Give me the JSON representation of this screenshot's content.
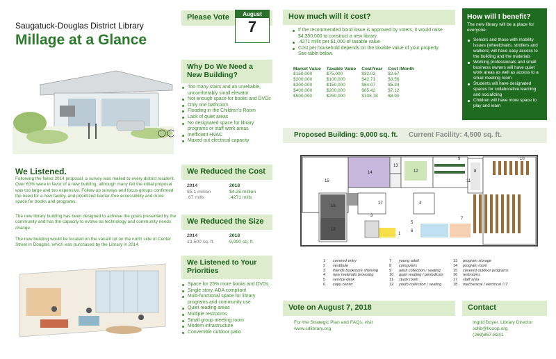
{
  "header": {
    "org": "Saugatuck-Douglas District Library",
    "title": "Millage at a Glance"
  },
  "listened": {
    "heading": "We Listened.",
    "p1": "Following the failed 2014 proposal, a survey was mailed to every district resident. Over 63% were in favor of a new building, although many felt the initial proposal was too large and too expensive. Follow-up surveys and focus groups confirmed the need for a new facility, and prioritized barrier-free accessibility and more space for books and programs.",
    "p2": "The new library building has been designed to achieve the goals presented by the community and has the capacity to evolve as technology and community needs change.",
    "p3": "The new building would be located on the vacant lot on the north side of Center Street in Douglas, which was purchased by the Library in 2014."
  },
  "vote": {
    "label": "Please Vote",
    "month": "August",
    "day": "7"
  },
  "why": {
    "heading": "Why Do We Need a New Building?",
    "items": [
      "Too many stairs and an unreliable, uncomfortably small elevator",
      "Not enough space for books and DVDs",
      "Only one bathroom",
      "Flooding in the Children's Room",
      "Lack of quiet areas",
      "No designated space for library programs or staff work areas",
      "Inefficient HVAC",
      "Maxed out electrical capacity"
    ]
  },
  "cost": {
    "heading": "We Reduced the Cost",
    "y1": "2014",
    "v1a": "$5.1 million",
    "v1b": ".67 mills",
    "y2": "2018",
    "v2a": "$4.35 million",
    "v2b": ".4271 mills"
  },
  "size": {
    "heading": "We Reduced the Size",
    "y1": "2014",
    "v1": "12,500 sq. ft.",
    "y2": "2018",
    "v2": "9,000 sq. ft."
  },
  "priorities": {
    "heading": "We Listened to Your Priorities",
    "items": [
      "Space for 25% more books and DVDs",
      "Single story, ADA compliant",
      "Multi-functional space for library programs and community use",
      "Quiet reading areas",
      "Multiple restrooms",
      "Small group meeting room",
      "Modern infrastructure",
      "Convertible outdoor patio"
    ]
  },
  "howmuch": {
    "heading": "How much will it cost?",
    "items": [
      "If the recommended bond issue is approved by voters, it would raise $4,350,000 to construct a new library.",
      ".4271 mills per $1,000 of taxable value",
      "Cost per household depends on the taxable value of your property. See table below."
    ],
    "table": {
      "headers": [
        "Market Value",
        "Taxable Value",
        "Cost/Year",
        "Cost /Month"
      ],
      "rows": [
        [
          "$150,000",
          "$75,000",
          "$32.03",
          "$2.67"
        ],
        [
          "$200,000",
          "$100,000",
          "$42.71",
          "$3.56"
        ],
        [
          "$300,000",
          "$150,000",
          "$64.07",
          "$5.34"
        ],
        [
          "$400,000",
          "$200,000",
          "$85.42",
          "$7.12"
        ],
        [
          "$500,000",
          "$250,000",
          "$106.78",
          "$8.90"
        ]
      ]
    }
  },
  "benefit": {
    "heading": "How will I benefit?",
    "intro": "The new library will be a place for everyone.",
    "items": [
      "Seniors and those with mobility issues (wheelchairs, strollers and walkers) will have easy access to the building and the materials",
      "Working professionals and small business owners will have quiet work areas as well as access to a small meeting room",
      "Students will have designated spaces for collaborative learning and socializing",
      "Children will have more space to play and learn"
    ]
  },
  "floor": {
    "proposed": "Proposed Building: 9,000 sq. ft.",
    "current": "Current Facility: 4,500 sq. ft.",
    "legend": [
      [
        "1",
        "covered entry"
      ],
      [
        "2",
        "vestibule"
      ],
      [
        "3",
        "friends bookstore shelving"
      ],
      [
        "4",
        "new materials browsing"
      ],
      [
        "5",
        "service desk"
      ],
      [
        "6",
        "copy center"
      ],
      [
        "7",
        "young adult"
      ],
      [
        "8",
        "computers"
      ],
      [
        "9",
        "adult collection / seating"
      ],
      [
        "10",
        "quiet reading / periodicals"
      ],
      [
        "11",
        "study room"
      ],
      [
        "12",
        "youth collection / seating"
      ],
      [
        "13",
        "program storage"
      ],
      [
        "14",
        "program room"
      ],
      [
        "15",
        "covered outdoor programs"
      ],
      [
        "16",
        "restrooms"
      ],
      [
        "17",
        "staff area"
      ],
      [
        "18",
        "mechanical / electrical / IT"
      ]
    ],
    "labels": [
      "15",
      "14",
      "13",
      "12",
      "9",
      "8",
      "10",
      "17",
      "16",
      "18",
      "3",
      "4",
      "1",
      "5",
      "6",
      "7",
      "11"
    ]
  },
  "voteon": {
    "heading": "Vote on August 7, 2018",
    "line1": "For the Strategic Plan and FAQs, visit",
    "line2": "www.sdlibrary.org"
  },
  "contact": {
    "heading": "Contact",
    "name": "Ingrid Boyer, Library Director",
    "email": "sdlib@llcoop.org",
    "phone": "(269)857-8241"
  }
}
